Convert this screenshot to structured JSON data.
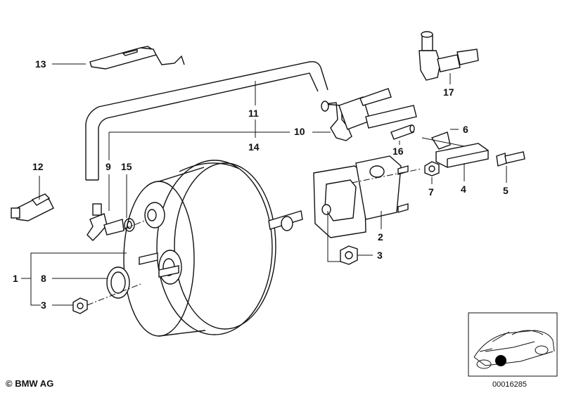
{
  "diagram": {
    "callouts": [
      {
        "id": "c13",
        "label": "13"
      },
      {
        "id": "c17",
        "label": "17"
      },
      {
        "id": "c11",
        "label": "11"
      },
      {
        "id": "c10",
        "label": "10"
      },
      {
        "id": "c14",
        "label": "14"
      },
      {
        "id": "c6",
        "label": "6"
      },
      {
        "id": "c16",
        "label": "16"
      },
      {
        "id": "c12",
        "label": "12"
      },
      {
        "id": "c9",
        "label": "9"
      },
      {
        "id": "c15",
        "label": "15"
      },
      {
        "id": "c7",
        "label": "7"
      },
      {
        "id": "c4",
        "label": "4"
      },
      {
        "id": "c5",
        "label": "5"
      },
      {
        "id": "c2",
        "label": "2"
      },
      {
        "id": "c3a",
        "label": "3"
      },
      {
        "id": "c1",
        "label": "1"
      },
      {
        "id": "c8",
        "label": "8"
      },
      {
        "id": "c3b",
        "label": "3"
      }
    ]
  },
  "footer": {
    "copyright": "© BMW AG",
    "code": "00016285"
  }
}
